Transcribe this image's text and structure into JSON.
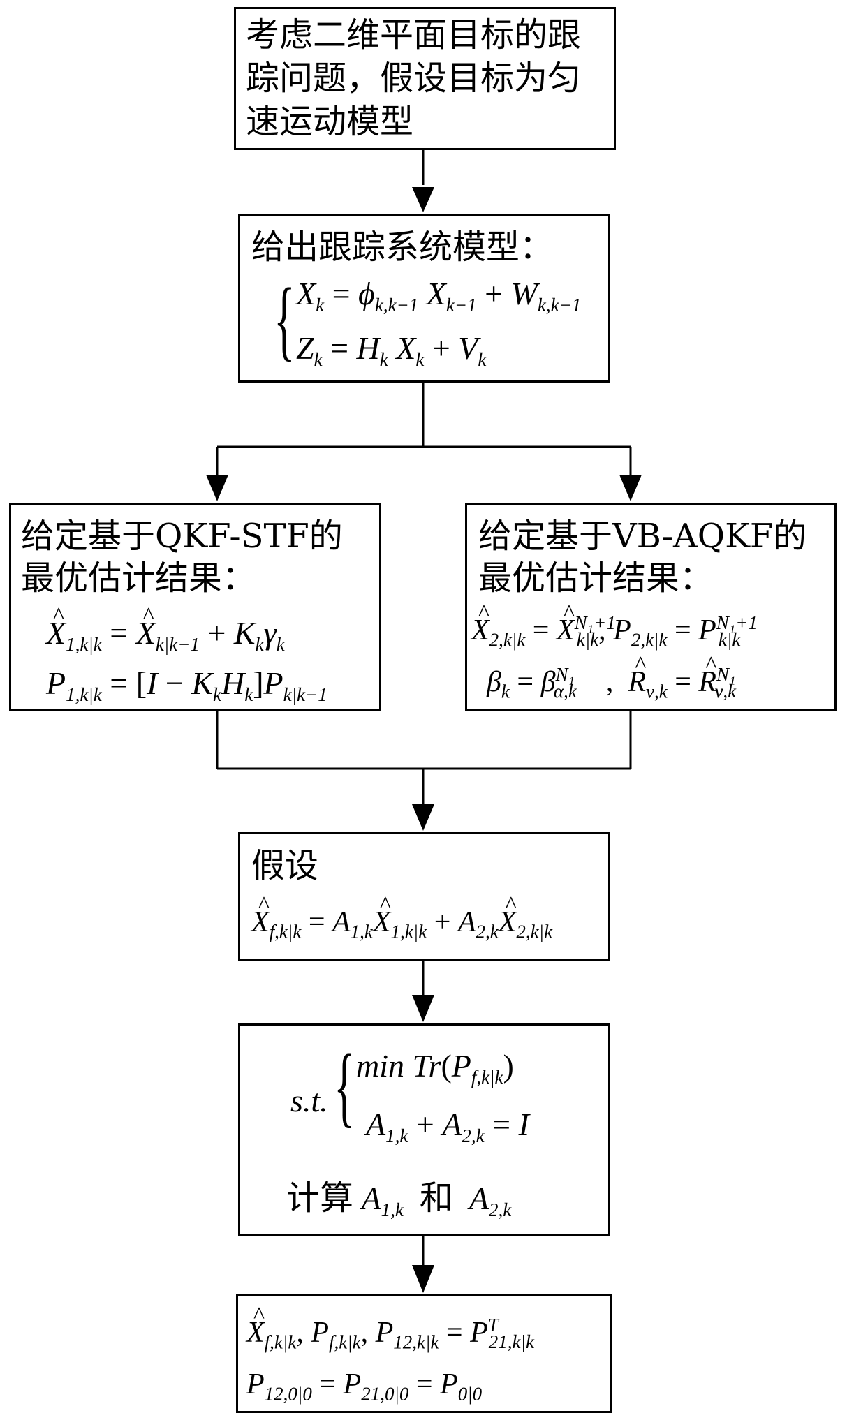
{
  "step1": {
    "lines": [
      "考虑二维平面目标的跟",
      "踪问题，假设目标为匀",
      "速运动模型"
    ]
  },
  "step2": {
    "title": "给出跟踪系统模型：",
    "eq1_lhs": "X",
    "eq1_lhs_sub": "k",
    "eq1_phi": "ϕ",
    "eq1_phi_sub": "k,k−1",
    "eq1_x": "X",
    "eq1_x_sub": "k−1",
    "eq1_w": "W",
    "eq1_w_sub": "k,k−1",
    "eq2_lhs": "Z",
    "eq2_lhs_sub": "k",
    "eq2_h": "H",
    "eq2_h_sub": "k",
    "eq2_x": "X",
    "eq2_x_sub": "k",
    "eq2_v": "V",
    "eq2_v_sub": "k"
  },
  "step3a": {
    "line1": "给定基于QKF-STF的",
    "line2": "最优估计结果：",
    "eq1": {
      "lhs_sub": "1,k|k",
      "rhs1_sub": "k|k−1",
      "k_sub": "k",
      "gamma": "γ",
      "gamma_sub": "k"
    },
    "eq2": {
      "p_sub": "1,k|k",
      "bracket_open": "[",
      "i": "I",
      "k_sub": "k",
      "h_sub": "k",
      "bracket_close": "]",
      "p2_sub": "k|k−1"
    }
  },
  "step3b": {
    "line1": "给定基于VB-AQKF的",
    "line2": "最优估计结果：",
    "eq1": {
      "x_sub": "2,k|k",
      "xr_sub": "k|k",
      "xr_sup": "N₁+1",
      "p_sub": "2,k|k",
      "pr_sub": "k|k",
      "pr_sup": "N₁+1"
    },
    "eq2": {
      "beta": "β",
      "beta_sub": "k",
      "beta_r_sub": "α,k",
      "beta_r_sup": "N₁",
      "r_sub": "ν,k",
      "rr_sub": "ν,k",
      "rr_sup": "N₁"
    }
  },
  "step4": {
    "title": "假设",
    "eq": {
      "xf_sub": "f,k|k",
      "a1_sub": "1,k",
      "x1_sub": "1,k|k",
      "a2_sub": "2,k",
      "x2_sub": "2,k|k"
    }
  },
  "step5": {
    "st": "s.t.",
    "min": "min",
    "tr": "Tr",
    "p_sub": "f,k|k",
    "a1_sub": "1,k",
    "a2_sub": "2,k",
    "i": "I",
    "calc": "计算",
    "and": "和"
  },
  "step6": {
    "eq1": {
      "xf_sub": "f,k|k",
      "pf_sub": "f,k|k",
      "p12_sub": "12,k|k",
      "p21_sub": "21,k|k",
      "p21_sup": "T"
    },
    "eq2": {
      "p12_sub": "12,0|0",
      "p21_sub": "21,0|0",
      "p0_sub": "0|0"
    }
  }
}
